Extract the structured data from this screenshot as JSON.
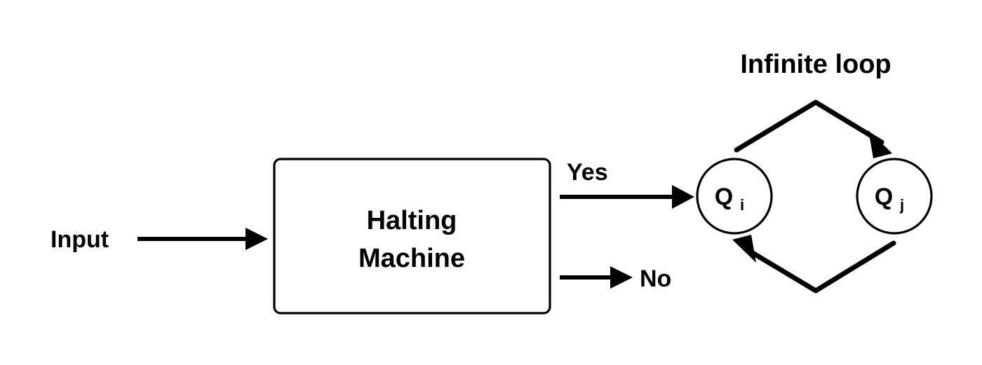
{
  "diagram": {
    "title": "Infinite loop",
    "background_color": "#ffffff",
    "stroke_color": "#000000",
    "input": {
      "label": "Input"
    },
    "process_box": {
      "line1": "Halting",
      "line2": "Machine"
    },
    "branches": {
      "yes_label": "Yes",
      "no_label": "No"
    },
    "states": [
      {
        "letter": "Q",
        "subscript": "i",
        "full_label": "Qi"
      },
      {
        "letter": "Q",
        "subscript": "j",
        "full_label": "Qj"
      }
    ]
  }
}
